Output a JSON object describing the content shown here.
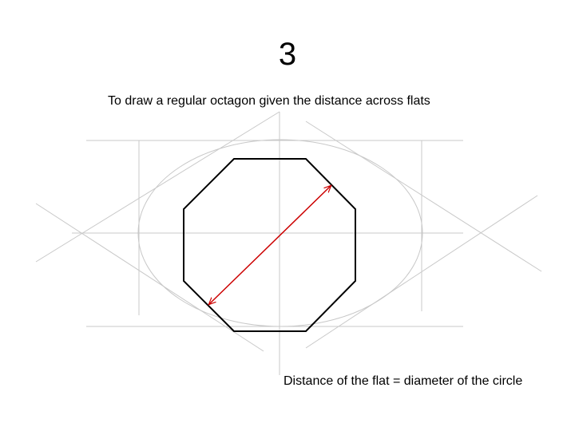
{
  "slide": {
    "number": "3",
    "title": "To draw a regular octagon given the distance across flats",
    "caption": "Distance of the flat = diameter of the circle"
  },
  "colors": {
    "construction": "#c8c8c8",
    "octagon": "#000000",
    "dimension_arrow": "#cc0000"
  }
}
